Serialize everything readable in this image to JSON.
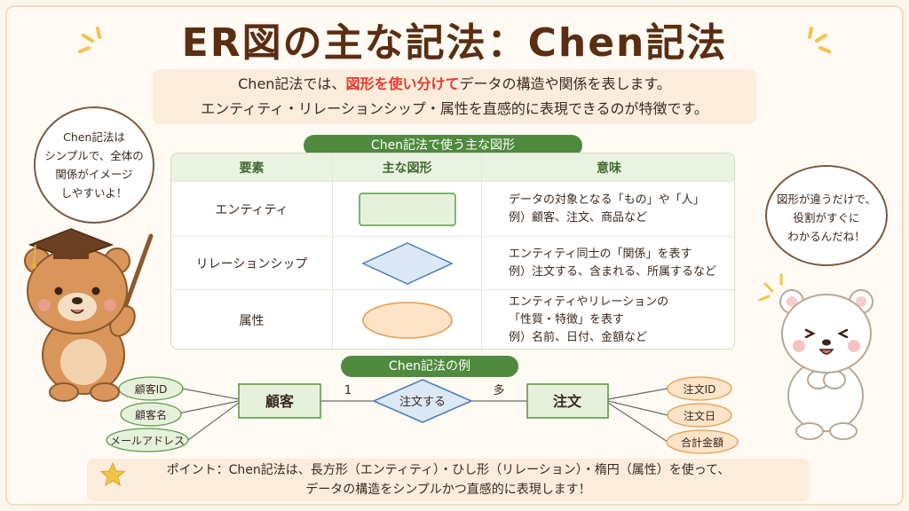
{
  "title": "ER図の主な記法：Chen記法",
  "intro": {
    "line1_pre": "Chen記法では、",
    "line1_highlight": "図形を使い分けて",
    "line1_post": "データの構造や関係を表します。",
    "line2": "エンティティ・リレーションシップ・属性を直感的に表現できるのが特徴です。"
  },
  "table_section_label": "Chen記法で使う主な図形",
  "table": {
    "headers": [
      "要素",
      "主な図形",
      "意味"
    ],
    "rows": [
      {
        "element": "エンティティ",
        "shape": "rectangle",
        "meaning": [
          "データの対象となる「もの」や「人」",
          "例）顧客、注文、商品など"
        ]
      },
      {
        "element": "リレーションシップ",
        "shape": "diamond",
        "meaning": [
          "エンティティ同士の「関係」を表す",
          "例）注文する、含まれる、所属するなど"
        ]
      },
      {
        "element": "属性",
        "shape": "ellipse",
        "meaning": [
          "エンティティやリレーションの",
          "「性質・特徴」を表す",
          "例）名前、日付、金額など"
        ]
      }
    ]
  },
  "example_section_label": "Chen記法の例",
  "example": {
    "entity_left": "顧客",
    "entity_right": "注文",
    "relationship": "注文する",
    "cardinality_left": "1",
    "cardinality_right": "多",
    "left_attributes": [
      "顧客ID",
      "顧客名",
      "メールアドレス"
    ],
    "right_attributes": [
      "注文ID",
      "注文日",
      "合計金額"
    ]
  },
  "bubble_left": [
    "Chen記法は",
    "シンプルで、全体の",
    "関係がイメージ",
    "しやすいよ！"
  ],
  "bubble_right": [
    "図形が違うだけで、",
    "役割がすぐに",
    "わかるんだね！"
  ],
  "point": {
    "line1": "ポイント：Chen記法は、長方形（エンティティ）・ひし形（リレーション）・楕円（属性）を使って、",
    "line2": "データの構造をシンプルかつ直感的に表現します！"
  },
  "colors": {
    "title": "#5a2e12",
    "highlight": "#e33d2e",
    "pill": "#4f8a3e",
    "entity_fill": "#e6f1dc",
    "entity_stroke": "#5f9a4a",
    "relationship_fill": "#dbe9f7",
    "relationship_stroke": "#4d7fb8",
    "attr_left_fill": "#e6f1dc",
    "attr_right_fill": "#fde3c8",
    "attr_right_stroke": "#e59a4a"
  }
}
